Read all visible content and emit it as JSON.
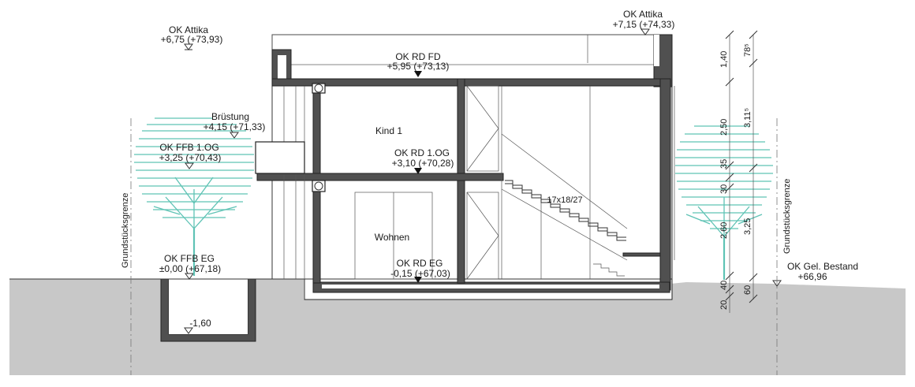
{
  "levels": {
    "attika_left": {
      "name": "OK Attika",
      "value": "+6,75 (+73,93)"
    },
    "attika_right": {
      "name": "OK Attika",
      "value": "+7,15 (+74,33)"
    },
    "rd_fd": {
      "name": "OK RD FD",
      "value": "+5,95 (+73,13)"
    },
    "bruestung": {
      "name": "Brüstung",
      "value": "+4,15 (+71,33)"
    },
    "ffb_og": {
      "name": "OK FFB 1.OG",
      "value": "+3,25 (+70,43)"
    },
    "rd_og": {
      "name": "OK RD 1.OG",
      "value": "+3,10 (+70,28)"
    },
    "ffb_eg": {
      "name": "OK FFB EG",
      "value": "±0,00 (+67,18)"
    },
    "rd_eg": {
      "name": "OK RD EG",
      "value": "-0,15 (+67,03)"
    },
    "pit": {
      "value": "-1,60"
    },
    "gel_bestand": {
      "name": "OK Gel. Bestand",
      "value": "+66,96"
    }
  },
  "rooms": {
    "kind": "Kind 1",
    "wohnen": "Wohnen"
  },
  "stair_label": "17x18/27",
  "boundary_label": "Grundstücksgrenze",
  "dims_left": [
    "1,40",
    "2,50",
    "35",
    "30",
    "2,60",
    "40",
    "20"
  ],
  "dims_right": [
    "78⁵",
    "3,11⁵",
    "3,25",
    "60"
  ],
  "colors": {
    "tree": "#5fc3b5",
    "ground": "#c8c8c8",
    "slab": "#505050"
  }
}
